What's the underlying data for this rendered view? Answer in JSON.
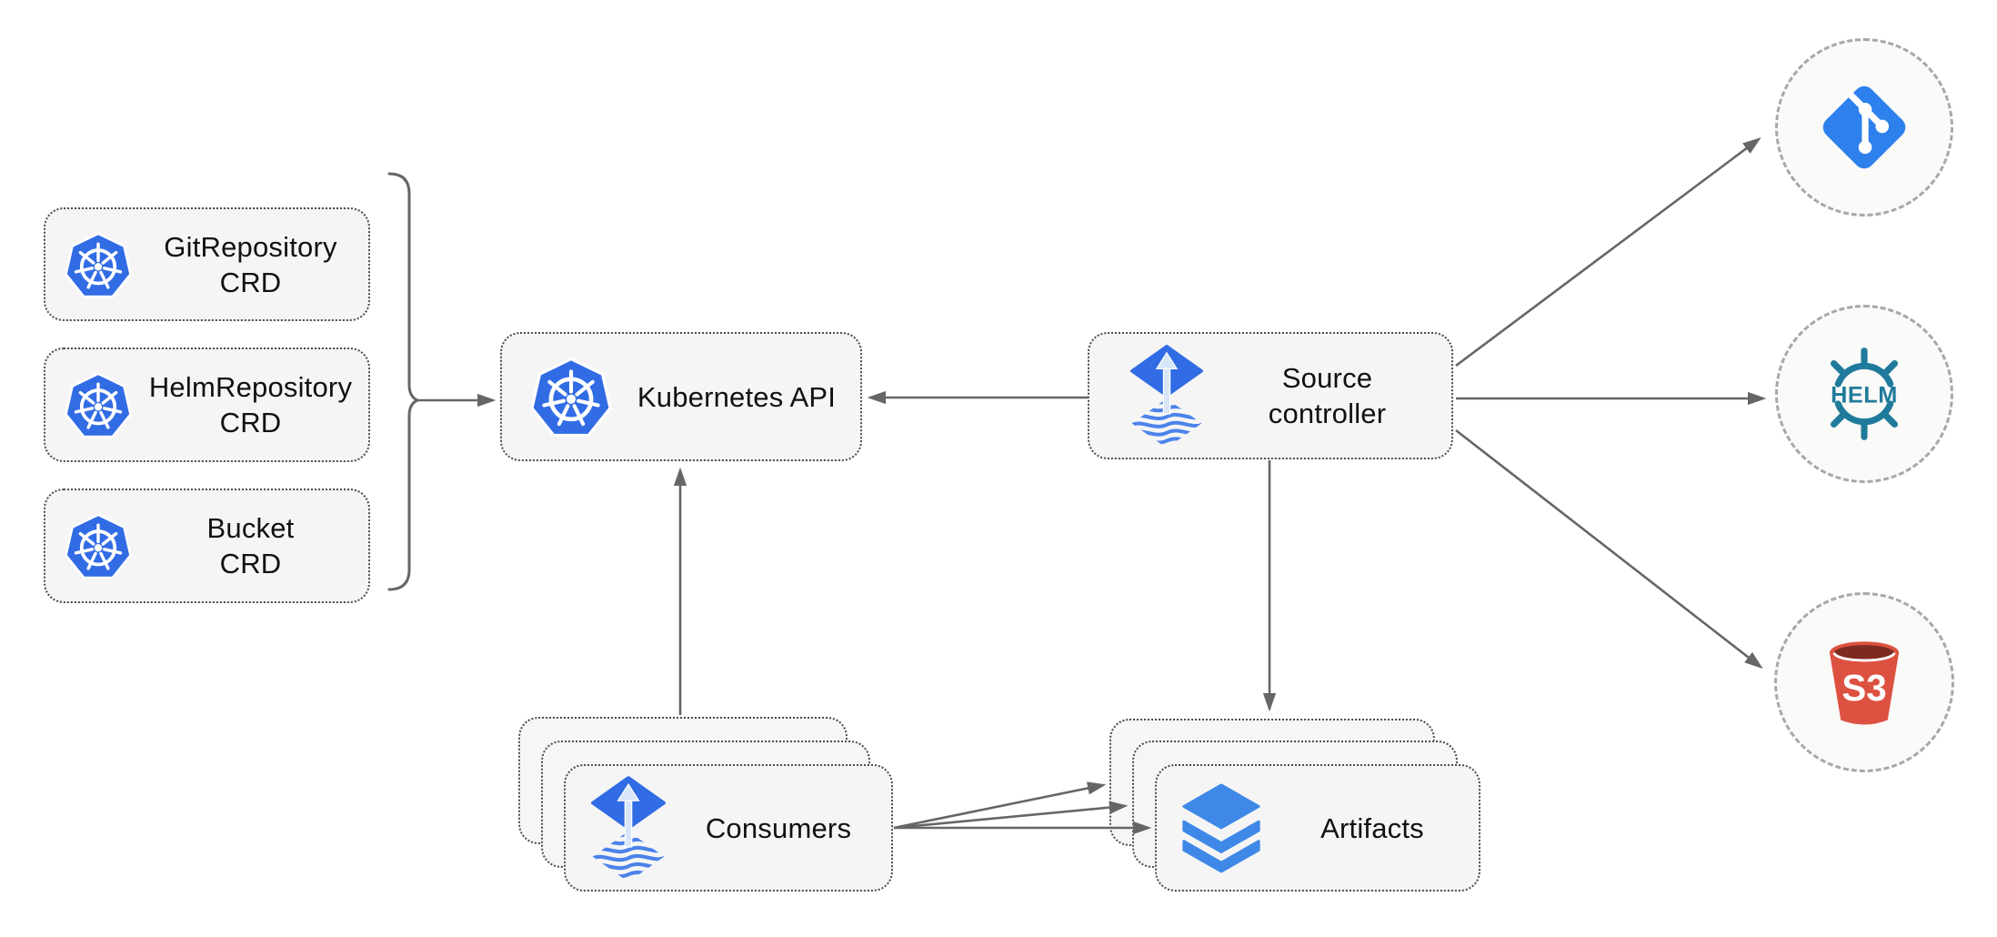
{
  "diagram": {
    "name": "source-controller architecture",
    "background": "#ffffff"
  },
  "colors": {
    "node_fill": "#f5f5f5",
    "node_border": "#4d4d4d",
    "circle_fill": "#fafaf8",
    "circle_border": "#a8a8a8",
    "edge": "#666666",
    "text": "#111111",
    "kubernetes_blue": "#326ce5",
    "flux_blue": "#316ce4",
    "flux_arrow_light": "#d9e6fa",
    "flux_stripe_blue": "#4c83ea",
    "layers_blue": "#3f88e8",
    "git_blue": "#2e80ec",
    "helm_teal": "#1f7a9b",
    "s3_red": "#dd5141",
    "s3_dark": "#7d2b20"
  },
  "nodes": {
    "git_crd": {
      "label": "GitRepository\nCRD",
      "icon": "kubernetes-icon"
    },
    "helm_crd": {
      "label": "HelmRepository\nCRD",
      "icon": "kubernetes-icon"
    },
    "bucket_crd": {
      "label": "Bucket\nCRD",
      "icon": "kubernetes-icon"
    },
    "kubernetes_api": {
      "label": "Kubernetes API",
      "icon": "kubernetes-icon"
    },
    "source_controller": {
      "label": "Source\ncontroller",
      "icon": "flux-icon"
    },
    "consumers": {
      "label": "Consumers",
      "icon": "flux-icon",
      "stacked": true
    },
    "artifacts": {
      "label": "Artifacts",
      "icon": "layers-icon",
      "stacked": true
    },
    "git_remote": {
      "icon": "git-icon"
    },
    "helm_remote": {
      "icon": "helm-icon",
      "logo_text": "HELM"
    },
    "s3_remote": {
      "icon": "s3-bucket-icon",
      "logo_text": "S3"
    }
  },
  "edges": [
    {
      "from": "crd-group-bracket",
      "to": "kubernetes_api"
    },
    {
      "from": "source_controller",
      "to": "kubernetes_api"
    },
    {
      "from": "consumers",
      "to": "kubernetes_api"
    },
    {
      "from": "source_controller",
      "to": "artifacts"
    },
    {
      "from": "source_controller",
      "to": "git_remote"
    },
    {
      "from": "source_controller",
      "to": "helm_remote"
    },
    {
      "from": "source_controller",
      "to": "s3_remote"
    },
    {
      "from": "consumers",
      "to": "artifacts",
      "count": 3
    }
  ]
}
